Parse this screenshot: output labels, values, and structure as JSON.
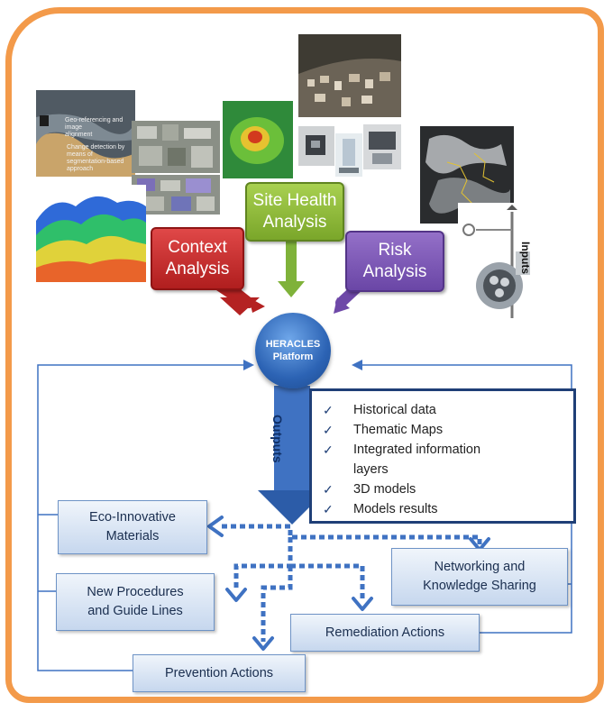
{
  "analyses": {
    "context": {
      "line1": "Context",
      "line2": "Analysis",
      "color": "#c83232"
    },
    "site_health": {
      "line1": "Site Health",
      "line2": "Analysis",
      "color": "#8dbb3c"
    },
    "risk": {
      "line1": "Risk",
      "line2": "Analysis",
      "color": "#7d57b8"
    }
  },
  "platform": {
    "line1": "HERACLES",
    "line2": "Platform"
  },
  "inputs_label": "Inputs",
  "outputs_label": "Outputs",
  "photo_labels": {
    "line1": "Geo-referencing and image",
    "line2": "alignment",
    "line3": "Change detection by means of",
    "line4": "segmentation-based approach"
  },
  "outputs_list": [
    {
      "check": "✓",
      "text": "Historical data"
    },
    {
      "check": "✓",
      "text": "Thematic Maps"
    },
    {
      "check": "✓",
      "text": "Integrated information"
    },
    {
      "check": "",
      "text": "layers"
    },
    {
      "check": "✓",
      "text": "3D models"
    },
    {
      "check": "✓",
      "text": "Models results"
    }
  ],
  "actions": {
    "eco": {
      "line1": "Eco-Innovative",
      "line2": "Materials"
    },
    "procedures": {
      "line1": "New Procedures",
      "line2": "and Guide Lines"
    },
    "networking": {
      "line1": "Networking and",
      "line2": "Knowledge Sharing"
    },
    "remediation": {
      "line1": "Remediation Actions"
    },
    "prevention": {
      "line1": "Prevention Actions"
    }
  },
  "colors": {
    "frame": "#f39a4a",
    "flow_blue": "#3f72c2",
    "box_border": "#1f3f77",
    "action_border": "#6e93c6"
  }
}
